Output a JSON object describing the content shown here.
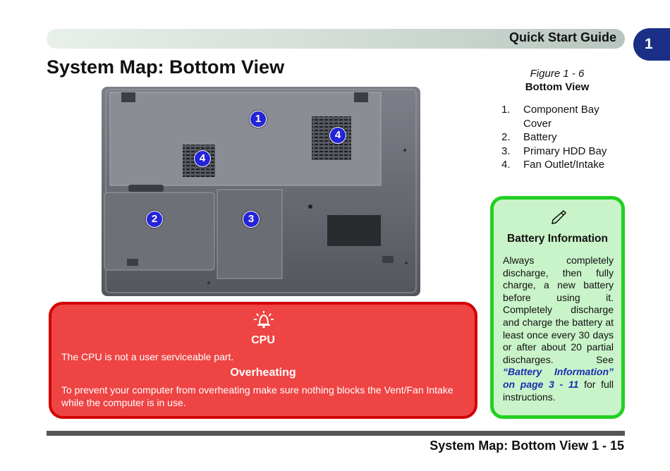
{
  "header": {
    "title": "Quick Start Guide",
    "chapter": "1"
  },
  "page_title": "System Map: Bottom View",
  "figure": {
    "number": "Figure 1 - 6",
    "title": "Bottom View",
    "items": [
      {
        "num": "1.",
        "label": "Component Bay Cover"
      },
      {
        "num": "2.",
        "label": "Battery"
      },
      {
        "num": "3.",
        "label": "Primary HDD Bay"
      },
      {
        "num": "4.",
        "label": "Fan Outlet/Intake"
      }
    ],
    "callouts": [
      "1",
      "4",
      "4",
      "2",
      "3"
    ]
  },
  "warning": {
    "icon": "warning-bell-icon",
    "heading_cpu": "CPU",
    "cpu_text": "The CPU is not a user serviceable part.",
    "heading_overheating": "Overheating",
    "overheating_text": "To prevent your computer from overheating make sure nothing blocks the Vent/Fan Intake while the computer is in use."
  },
  "note": {
    "icon": "pencil-icon",
    "title": "Battery Information",
    "text_before": "Always completely discharge, then fully charge, a new battery before using it. Completely discharge and charge the battery at least once every 30 days or after about 20 partial discharges. See ",
    "link_text": "“Battery Information” on page 3 - 11",
    "text_after": " for full instructions."
  },
  "footer": {
    "text": "System Map: Bottom View 1 - 15"
  },
  "colors": {
    "tab": "#1c2f86",
    "warning": "#ee4444",
    "warning_border": "#d10000",
    "note": "#c9f3c9",
    "note_border": "#22d022",
    "badge": "#2424d8"
  }
}
